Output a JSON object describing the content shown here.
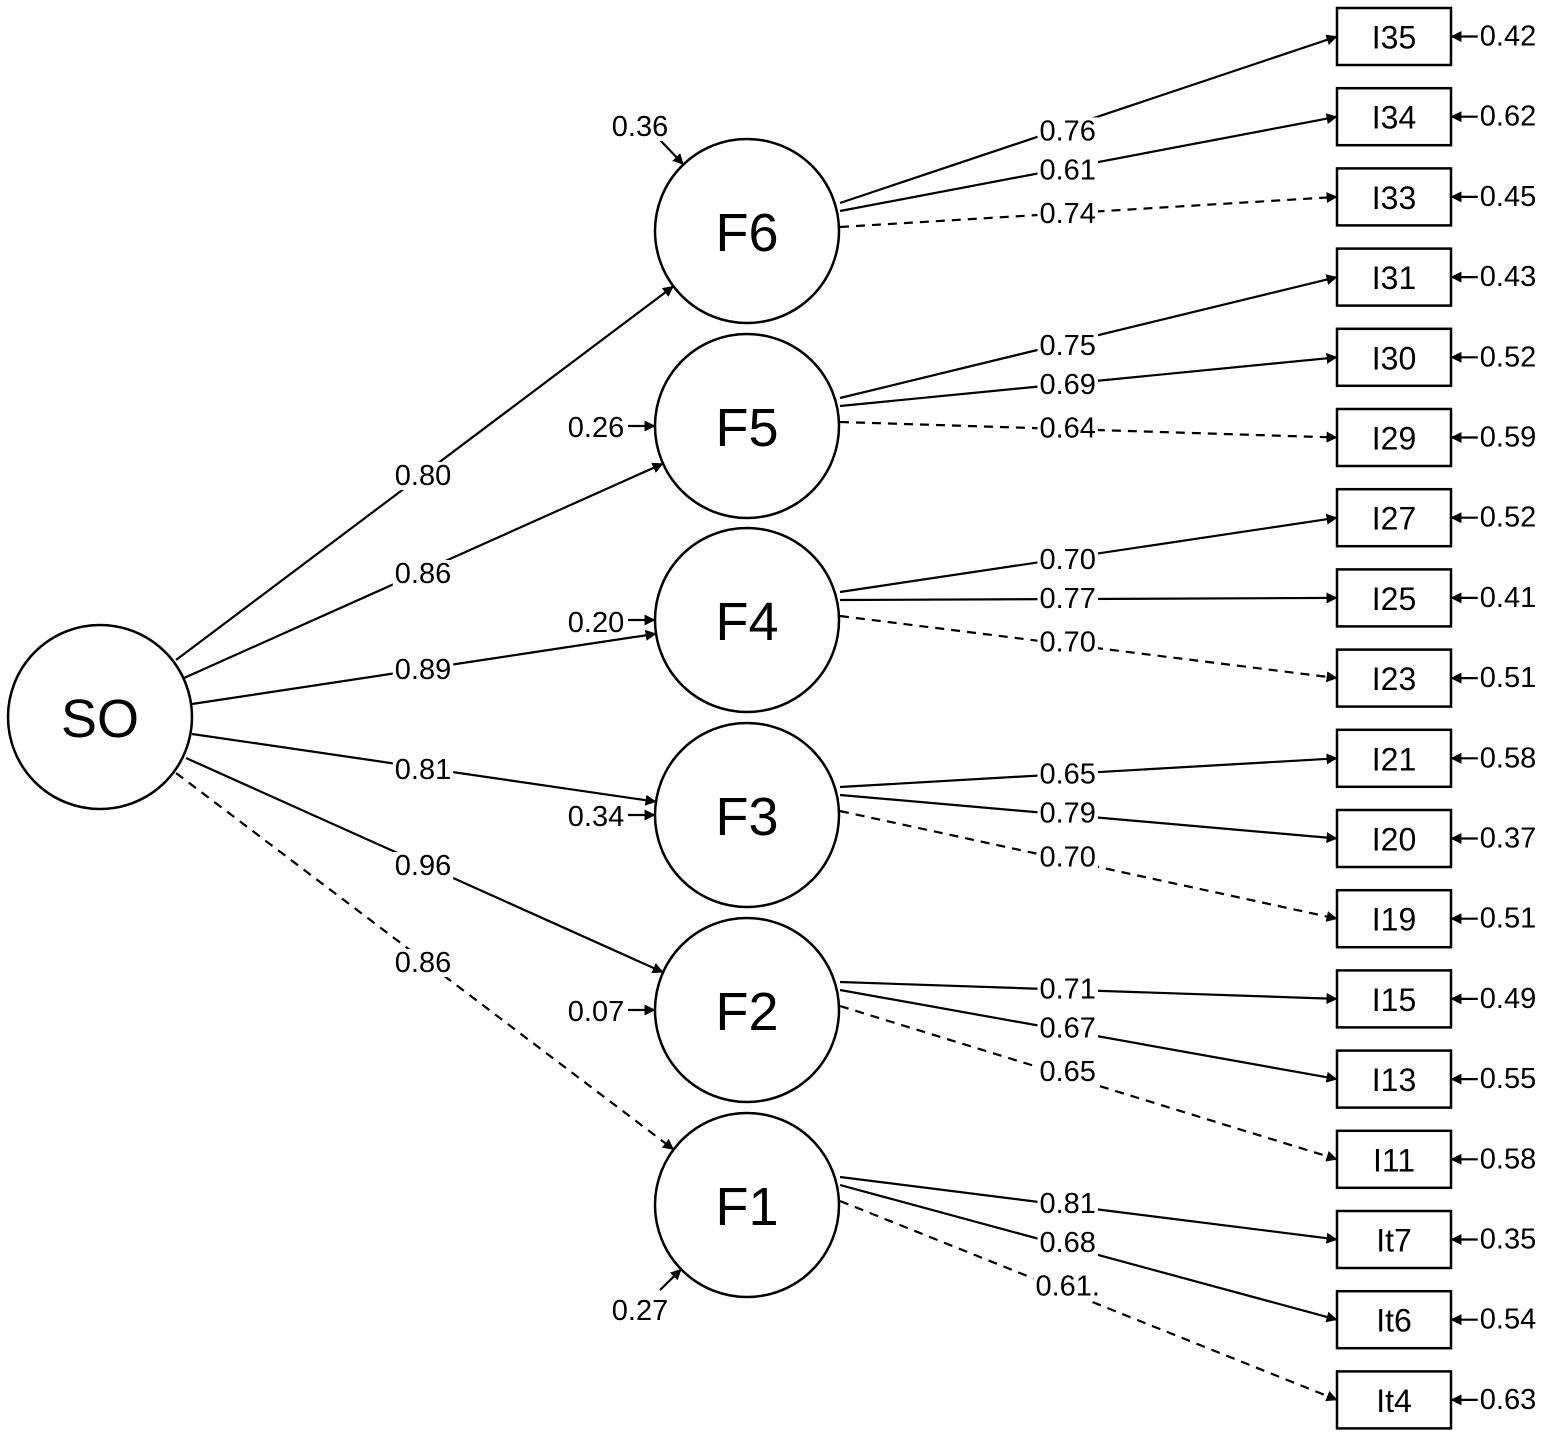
{
  "diagram": {
    "second_order": {
      "id": "SO",
      "label": "SO"
    },
    "factors": [
      {
        "id": "F6",
        "label": "F6",
        "loading": "0.80",
        "loading_dashed": false,
        "residual": "0.36",
        "items": [
          {
            "label": "I35",
            "loading": "0.76",
            "dashed": false,
            "error": "0.42"
          },
          {
            "label": "I34",
            "loading": "0.61",
            "dashed": false,
            "error": "0.62"
          },
          {
            "label": "I33",
            "loading": "0.74",
            "dashed": true,
            "error": "0.45"
          }
        ]
      },
      {
        "id": "F5",
        "label": "F5",
        "loading": "0.86",
        "loading_dashed": false,
        "residual": "0.26",
        "items": [
          {
            "label": "I31",
            "loading": "0.75",
            "dashed": false,
            "error": "0.43"
          },
          {
            "label": "I30",
            "loading": "0.69",
            "dashed": false,
            "error": "0.52"
          },
          {
            "label": "I29",
            "loading": "0.64",
            "dashed": true,
            "error": "0.59"
          }
        ]
      },
      {
        "id": "F4",
        "label": "F4",
        "loading": "0.89",
        "loading_dashed": false,
        "residual": "0.20",
        "items": [
          {
            "label": "I27",
            "loading": "0.70",
            "dashed": false,
            "error": "0.52"
          },
          {
            "label": "I25",
            "loading": "0.77",
            "dashed": false,
            "error": "0.41"
          },
          {
            "label": "I23",
            "loading": "0.70",
            "dashed": true,
            "error": "0.51"
          }
        ]
      },
      {
        "id": "F3",
        "label": "F3",
        "loading": "0.81",
        "loading_dashed": false,
        "residual": "0.34",
        "items": [
          {
            "label": "I21",
            "loading": "0.65",
            "dashed": false,
            "error": "0.58"
          },
          {
            "label": "I20",
            "loading": "0.79",
            "dashed": false,
            "error": "0.37"
          },
          {
            "label": "I19",
            "loading": "0.70",
            "dashed": true,
            "error": "0.51"
          }
        ]
      },
      {
        "id": "F2",
        "label": "F2",
        "loading": "0.96",
        "loading_dashed": false,
        "residual": "0.07",
        "items": [
          {
            "label": "I15",
            "loading": "0.71",
            "dashed": false,
            "error": "0.49"
          },
          {
            "label": "I13",
            "loading": "0.67",
            "dashed": false,
            "error": "0.55"
          },
          {
            "label": "I11",
            "loading": "0.65",
            "dashed": true,
            "error": "0.58"
          }
        ]
      },
      {
        "id": "F1",
        "label": "F1",
        "loading": "0.86",
        "loading_dashed": true,
        "residual": "0.27",
        "items": [
          {
            "label": "It7",
            "loading": "0.81",
            "dashed": false,
            "error": "0.35"
          },
          {
            "label": "It6",
            "loading": "0.68",
            "dashed": false,
            "error": "0.54"
          },
          {
            "label": "It4",
            "loading": "0.61.",
            "dashed": true,
            "error": "0.63"
          }
        ]
      }
    ]
  }
}
